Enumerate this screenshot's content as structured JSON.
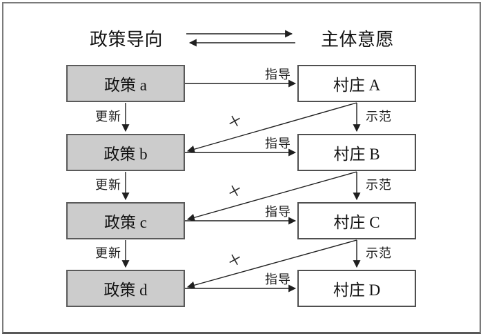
{
  "header": {
    "left_title": "政策导向",
    "right_title": "主体意愿"
  },
  "policy_column": {
    "boxes": [
      {
        "label": "政策 a"
      },
      {
        "label": "政策 b"
      },
      {
        "label": "政策 c"
      },
      {
        "label": "政策 d"
      }
    ],
    "update_labels": [
      "更新",
      "更新",
      "更新"
    ]
  },
  "village_column": {
    "boxes": [
      {
        "label": "村庄 A"
      },
      {
        "label": "村庄 B"
      },
      {
        "label": "村庄 C"
      },
      {
        "label": "村庄 D"
      }
    ],
    "demo_labels": [
      "示范",
      "示范",
      "示范"
    ]
  },
  "relations": {
    "guide_labels": [
      "指导",
      "指导",
      "指导",
      "指导"
    ],
    "cross_marks": [
      "×",
      "×",
      "×"
    ]
  },
  "colors": {
    "policy_box_fill": "#cccccc",
    "policy_box_border": "#5a5a5a",
    "village_box_fill": "#ffffff",
    "village_box_border": "#4f4f4f",
    "line": "#1f1f1f",
    "frame_border": "#7a7a7a"
  }
}
